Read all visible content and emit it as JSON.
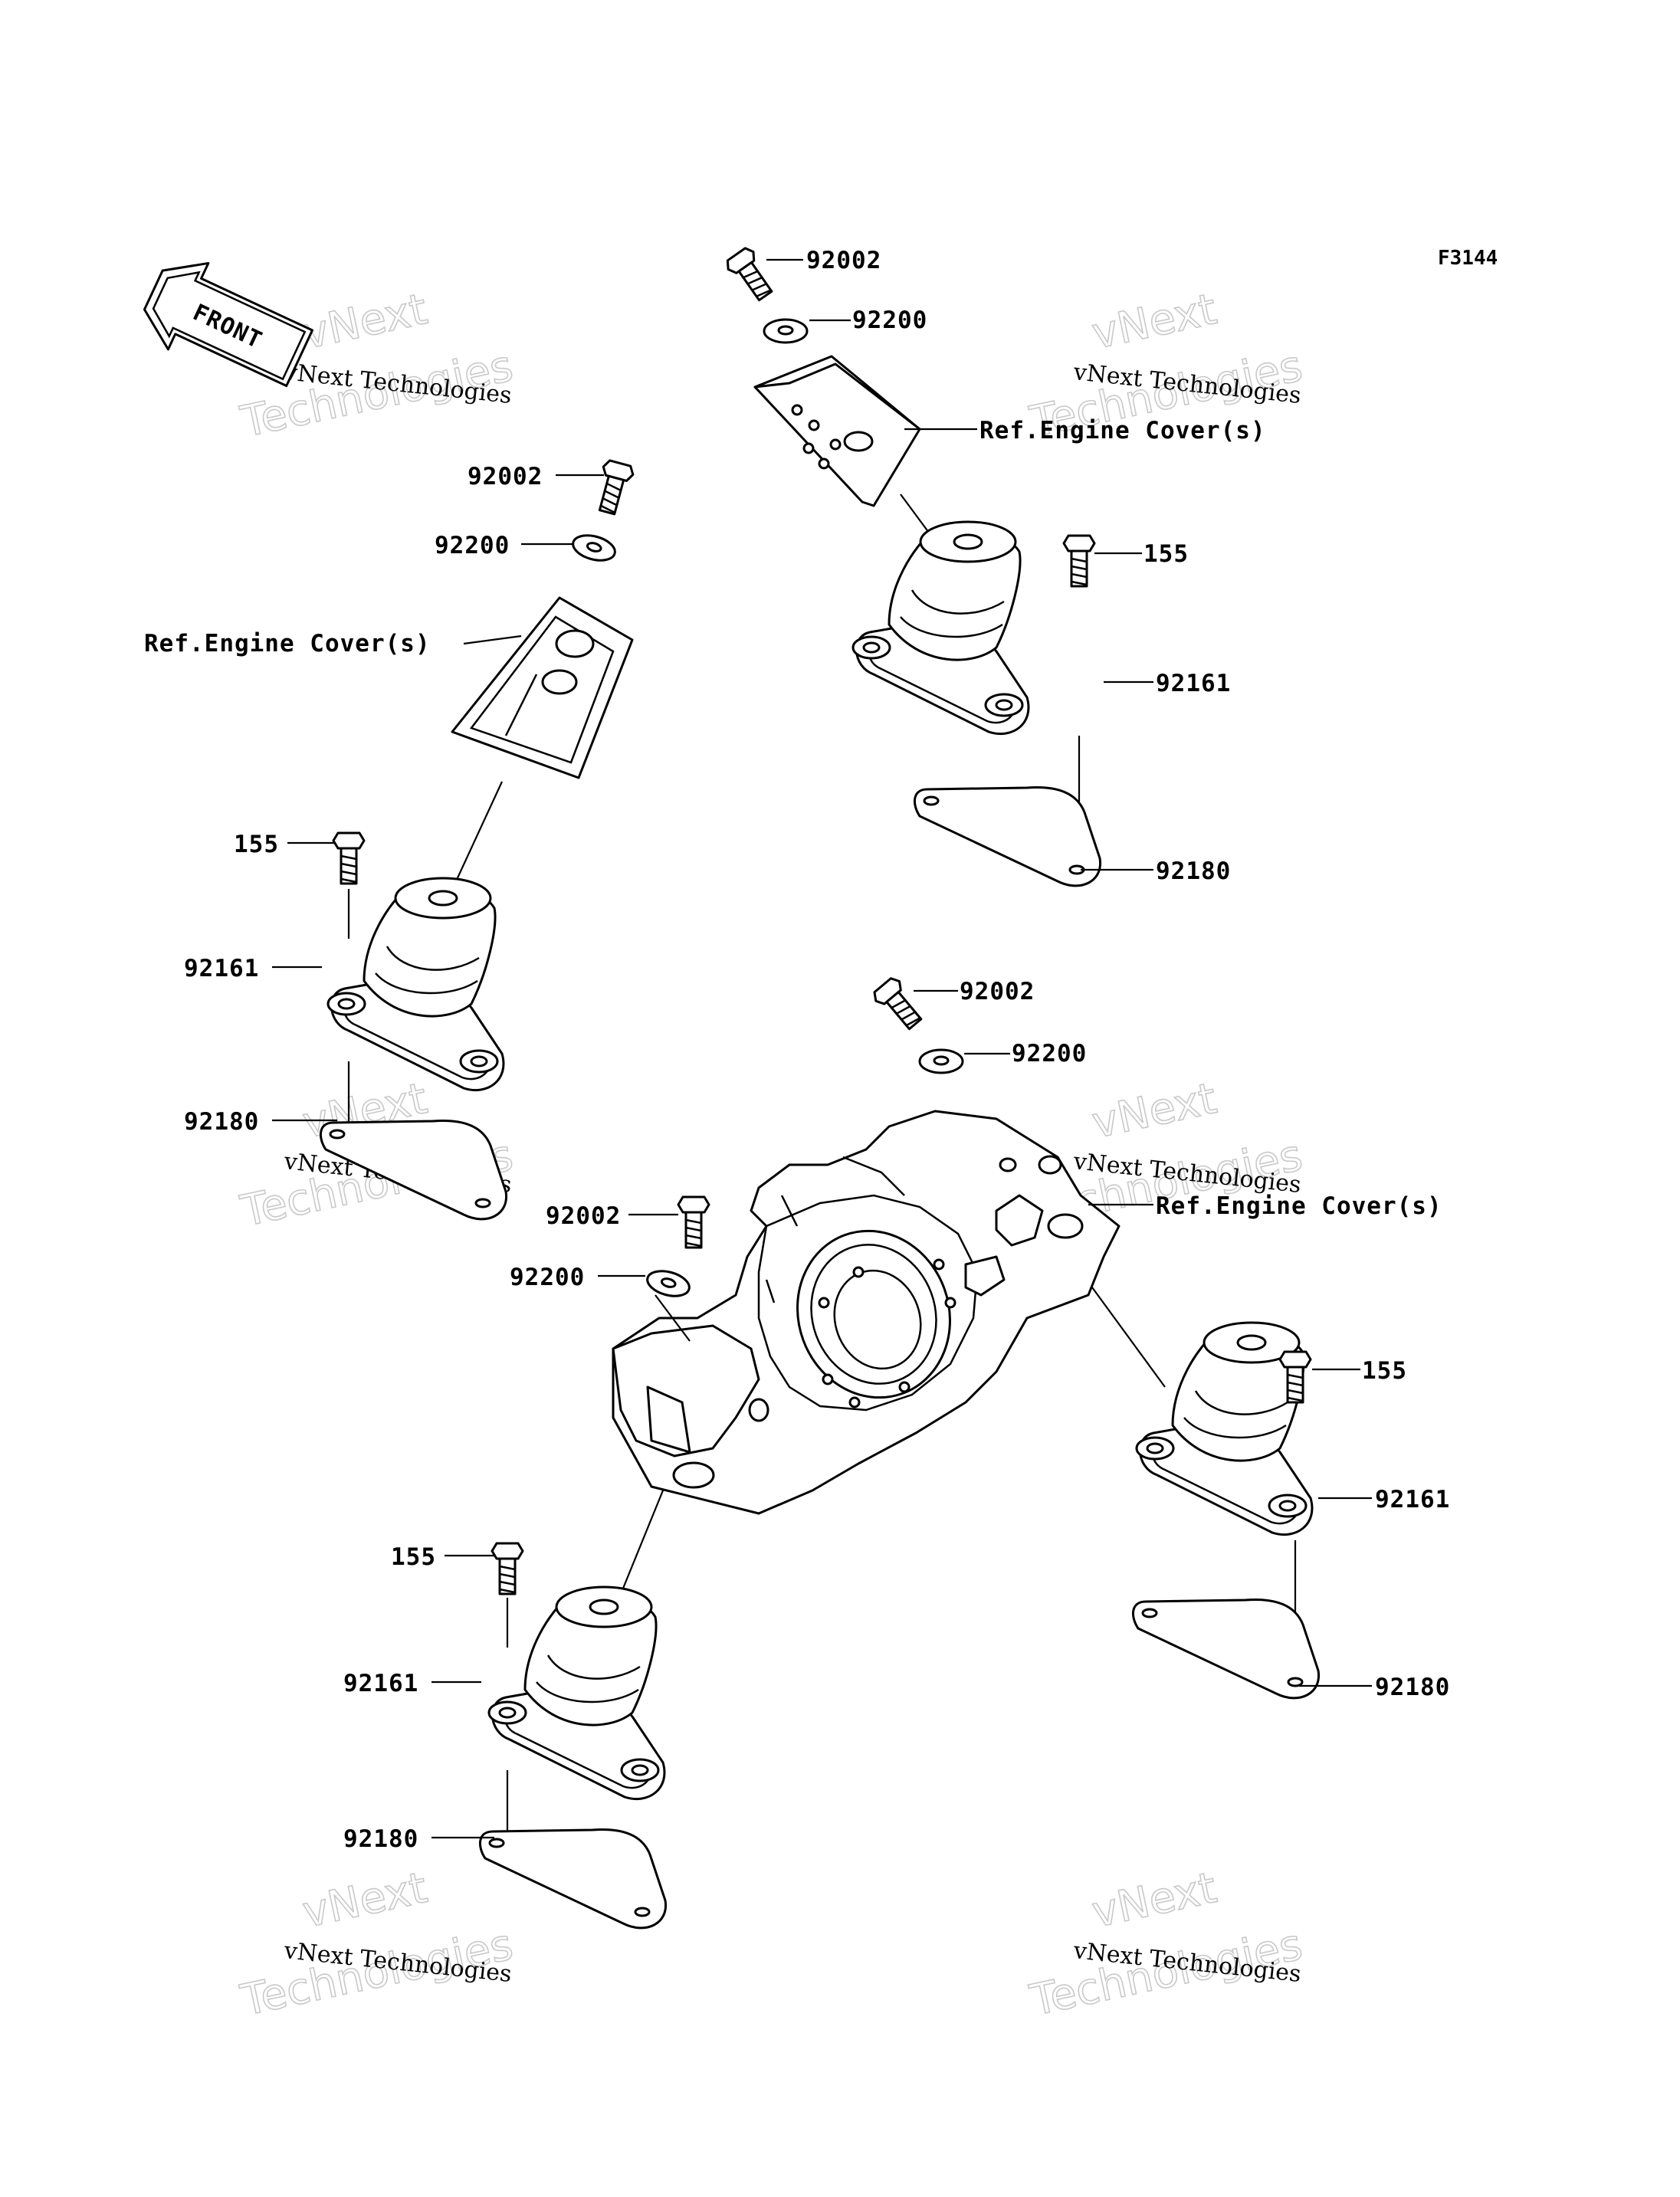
{
  "diagram_code": "F3144",
  "front_arrow_text": "FRONT",
  "watermark": {
    "line1": "vNext",
    "line2": "Technologies",
    "caption": "vNext Technologies"
  },
  "labels": {
    "top_bolt": "92002",
    "top_washer": "92200",
    "top_ref": "Ref.Engine Cover(s)",
    "tr_bolt": "155",
    "tr_mount": "92161",
    "tr_pad": "92180",
    "left_bolt": "92002",
    "left_washer": "92200",
    "left_ref": "Ref.Engine Cover(s)",
    "l_bolt": "155",
    "l_mount": "92161",
    "l_pad": "92180",
    "mid_bolt": "92002",
    "mid_washer": "92200",
    "mid_ref": "Ref.Engine Cover(s)",
    "c_bolt": "92002",
    "c_washer": "92200",
    "r_bolt": "155",
    "r_mount": "92161",
    "r_pad": "92180",
    "b_bolt": "155",
    "b_mount": "92161",
    "b_pad": "92180"
  }
}
